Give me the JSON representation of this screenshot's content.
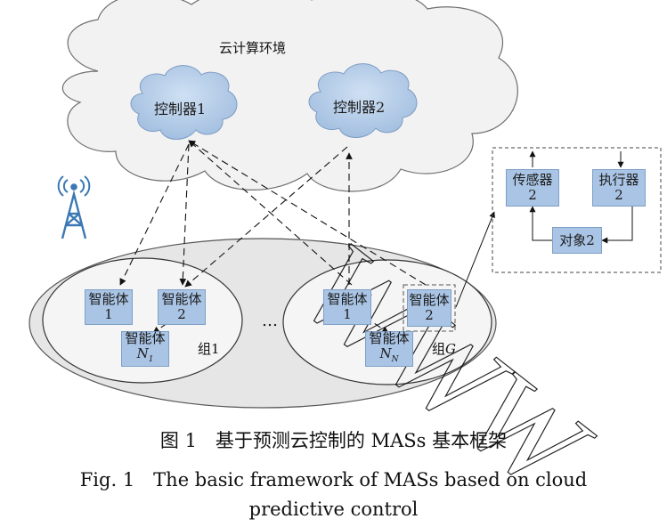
{
  "cloud": {
    "label": "云计算环境"
  },
  "controllers": [
    {
      "label": "控制器1"
    },
    {
      "label": "控制器2"
    }
  ],
  "group1": {
    "label": "组1",
    "agents": [
      {
        "line1": "智能体",
        "line2": "1"
      },
      {
        "line1": "智能体",
        "line2": "2"
      }
    ],
    "agent_n": {
      "line1": "智能体",
      "var": "N",
      "sub": "1"
    }
  },
  "groupG": {
    "label_prefix": "组",
    "label_var": "G",
    "agents": [
      {
        "line1": "智能体",
        "line2": "1"
      },
      {
        "line1": "智能体",
        "line2": "2"
      }
    ],
    "agent_n": {
      "line1": "智能体",
      "var": "N",
      "sub": "N"
    }
  },
  "ellipsis": "…",
  "plant_detail": {
    "sensor": {
      "line1": "传感器",
      "line2": "2"
    },
    "actuator": {
      "line1": "执行器",
      "line2": "2"
    },
    "plant": {
      "label": "对象2"
    }
  },
  "captions": {
    "cn": "图 1　基于预测云控制的 MASs 基本框架",
    "en_line1": "Fig. 1　The basic framework of MASs based on cloud",
    "en_line2": "predictive control"
  },
  "watermark": {
    "text": "WWW"
  },
  "colors": {
    "node_fill": "#a9c4e4",
    "cloud_fill": "#f2f2f2",
    "outer_ellipse_fill": "#e6e6e6",
    "tower": "#3a78b5"
  }
}
